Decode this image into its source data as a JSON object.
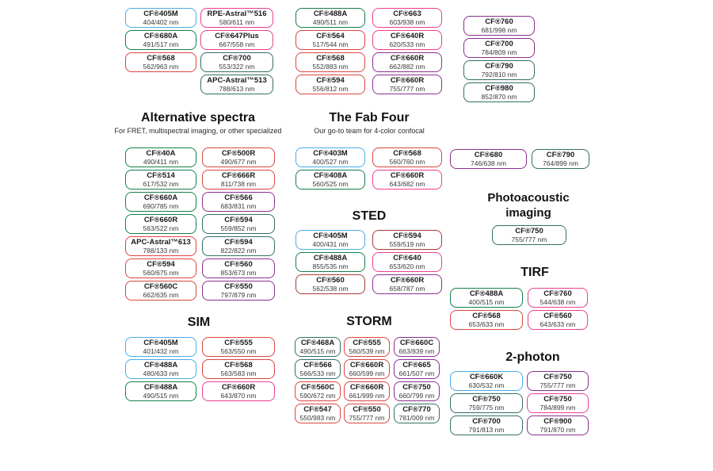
{
  "colors": {
    "blue": "#4AACE8",
    "green": "#13814C",
    "teal": "#336F68",
    "red": "#DB4440",
    "darkred": "#A63B38",
    "pink": "#EC3E8E",
    "purple": "#8A3090"
  },
  "sections": {
    "classics": {
      "columns": [
        {
          "chips": [
            {
              "name": "CF®405M",
              "ex_em": "404/402 nm",
              "color": "blue"
            },
            {
              "name": "CF®680A",
              "ex_em": "491/517 nm",
              "color": "green"
            },
            {
              "name": "CF®568",
              "ex_em": "562/963 nm",
              "color": "red"
            }
          ]
        },
        {
          "chips": [
            {
              "name": "RPE-Astral™516",
              "ex_em": "580/611 nm",
              "color": "pink"
            },
            {
              "name": "CF®647Plus",
              "ex_em": "667/558 nm",
              "color": "pink"
            },
            {
              "name": "CF®700",
              "ex_em": "553/322 nm",
              "color": "teal"
            },
            {
              "name": "APC-Astral™513",
              "ex_em": "788/613 nm",
              "color": "teal"
            }
          ]
        },
        {
          "chips": [
            {
              "name": "CF®488A",
              "ex_em": "490/511 nm",
              "color": "green"
            },
            {
              "name": "CF®564",
              "ex_em": "517/544 nm",
              "color": "red"
            },
            {
              "name": "CF®568",
              "ex_em": "552/883 nm",
              "color": "red"
            },
            {
              "name": "CF®594",
              "ex_em": "556/812 nm",
              "color": "red"
            }
          ]
        },
        {
          "chips": [
            {
              "name": "CF®663",
              "ex_em": "603/938 nm",
              "color": "pink"
            },
            {
              "name": "CF®640R",
              "ex_em": "620/533 nm",
              "color": "pink"
            },
            {
              "name": "CF®660R",
              "ex_em": "662/882 nm",
              "color": "purple"
            },
            {
              "name": "CF®660R",
              "ex_em": "755/777 nm",
              "color": "purple"
            }
          ]
        },
        {
          "chips": [
            {
              "name": "CF®760",
              "ex_em": "681/998 nm",
              "color": "purple"
            },
            {
              "name": "CF®700",
              "ex_em": "784/809 nm",
              "color": "purple"
            },
            {
              "name": "CF®790",
              "ex_em": "792/810 nm",
              "color": "teal"
            },
            {
              "name": "CF®980",
              "ex_em": "852/870 nm",
              "color": "teal"
            }
          ]
        }
      ]
    },
    "alternative_spectra": {
      "title": "Alternative spectra",
      "subtitle": "For FRET, multispectral imaging, or other specialized",
      "columns": [
        {
          "chips": [
            {
              "name": "CF®40A",
              "ex_em": "490/411 nm",
              "color": "green"
            },
            {
              "name": "CF®514",
              "ex_em": "617/532 nm",
              "color": "green"
            },
            {
              "name": "CF®660A",
              "ex_em": "690/785 nm",
              "color": "green"
            },
            {
              "name": "CF®660R",
              "ex_em": "563/522 nm",
              "color": "green"
            },
            {
              "name": "APC-Astral™613",
              "ex_em": "788/133 nm",
              "color": "red"
            },
            {
              "name": "CF®594",
              "ex_em": "560/675 nm",
              "color": "red"
            },
            {
              "name": "CF®560C",
              "ex_em": "662/635 nm",
              "color": "red"
            }
          ]
        },
        {
          "chips": [
            {
              "name": "CF®500R",
              "ex_em": "490/677 nm",
              "color": "red"
            },
            {
              "name": "CF®666R",
              "ex_em": "811/738 nm",
              "color": "red"
            },
            {
              "name": "CF®566",
              "ex_em": "683/831 nm",
              "color": "purple"
            },
            {
              "name": "CF®594",
              "ex_em": "559/852 nm",
              "color": "teal"
            },
            {
              "name": "CF®594",
              "ex_em": "822/822 nm",
              "color": "teal"
            },
            {
              "name": "CF®560",
              "ex_em": "853/673 nm",
              "color": "purple"
            },
            {
              "name": "CF®550",
              "ex_em": "797/879 nm",
              "color": "purple"
            }
          ]
        }
      ]
    },
    "fab_four": {
      "title": "The Fab Four",
      "subtitle": "Our go-to team for 4-color confocal",
      "columns": [
        {
          "chips": [
            {
              "name": "CF®403M",
              "ex_em": "400/527 nm",
              "color": "blue"
            },
            {
              "name": "CF®408A",
              "ex_em": "560/525 nm",
              "color": "green"
            }
          ]
        },
        {
          "chips": [
            {
              "name": "CF®568",
              "ex_em": "560/760 nm",
              "color": "red"
            },
            {
              "name": "CF®660R",
              "ex_em": "643/682 nm",
              "color": "pink"
            }
          ]
        }
      ]
    },
    "sted": {
      "title": "STED",
      "columns": [
        {
          "chips": [
            {
              "name": "CF®405M",
              "ex_em": "400/431 nm",
              "color": "blue"
            },
            {
              "name": "CF®488A",
              "ex_em": "855/535 nm",
              "color": "green"
            },
            {
              "name": "CF®560",
              "ex_em": "562/538 nm",
              "color": "darkred"
            }
          ]
        },
        {
          "chips": [
            {
              "name": "CF®594",
              "ex_em": "559/519 nm",
              "color": "darkred"
            },
            {
              "name": "CF®640",
              "ex_em": "653/620 nm",
              "color": "pink"
            },
            {
              "name": "CF®660R",
              "ex_em": "658/787 nm",
              "color": "purple"
            }
          ]
        }
      ]
    },
    "sim": {
      "title": "SIM",
      "columns": [
        {
          "chips": [
            {
              "name": "CF®405M",
              "ex_em": "401/432 nm",
              "color": "blue"
            },
            {
              "name": "CF®488A",
              "ex_em": "480/633 nm",
              "color": "blue"
            },
            {
              "name": "CF®488A",
              "ex_em": "490/515 nm",
              "color": "green"
            }
          ]
        },
        {
          "chips": [
            {
              "name": "CF®555",
              "ex_em": "563/550 nm",
              "color": "red"
            },
            {
              "name": "CF®568",
              "ex_em": "563/583 nm",
              "color": "red"
            },
            {
              "name": "CF®660R",
              "ex_em": "643/870 nm",
              "color": "pink"
            }
          ]
        }
      ]
    },
    "storm": {
      "title": "STORM",
      "columns": [
        {
          "chips": [
            {
              "name": "CF®468A",
              "ex_em": "490/515 nm",
              "color": "teal"
            },
            {
              "name": "CF®566",
              "ex_em": "566/533 nm",
              "color": "teal"
            },
            {
              "name": "CF®560C",
              "ex_em": "590/672 nm",
              "color": "red"
            },
            {
              "name": "CF®547",
              "ex_em": "550/983 nm",
              "color": "red"
            }
          ]
        },
        {
          "chips": [
            {
              "name": "CF®555",
              "ex_em": "560/539 nm",
              "color": "red"
            },
            {
              "name": "CF®660R",
              "ex_em": "660/599 nm",
              "color": "red"
            },
            {
              "name": "CF®660R",
              "ex_em": "661/999 nm",
              "color": "red"
            },
            {
              "name": "CF®550",
              "ex_em": "755/777 nm",
              "color": "red"
            }
          ]
        },
        {
          "chips": [
            {
              "name": "CF®660C",
              "ex_em": "663/839 nm",
              "color": "purple"
            },
            {
              "name": "CF®665",
              "ex_em": "661/507 nm",
              "color": "purple"
            },
            {
              "name": "CF®750",
              "ex_em": "660/799 nm",
              "color": "purple"
            },
            {
              "name": "CF®770",
              "ex_em": "781/009 nm",
              "color": "teal"
            }
          ]
        }
      ]
    },
    "nir_pair": {
      "columns": [
        {
          "chips": [
            {
              "name": "CF®680",
              "ex_em": "746/638 nm",
              "color": "purple"
            }
          ]
        },
        {
          "chips": [
            {
              "name": "CF®790",
              "ex_em": "764/899 nm",
              "color": "teal"
            }
          ]
        }
      ]
    },
    "photoacoustic": {
      "title": "Photoacoustic imaging",
      "columns": [
        {
          "chips": [
            {
              "name": "CF®750",
              "ex_em": "755/777 nm",
              "color": "teal"
            }
          ]
        }
      ]
    },
    "tirf": {
      "title": "TIRF",
      "columns": [
        {
          "chips": [
            {
              "name": "CF®488A",
              "ex_em": "400/515 nm",
              "color": "green"
            },
            {
              "name": "CF®568",
              "ex_em": "653/633 nm",
              "color": "red"
            }
          ]
        },
        {
          "chips": [
            {
              "name": "CF®760",
              "ex_em": "544/638 nm",
              "color": "pink"
            },
            {
              "name": "CF®560",
              "ex_em": "643/633 nm",
              "color": "pink"
            }
          ]
        }
      ]
    },
    "two_photon": {
      "title": "2-photon",
      "columns": [
        {
          "chips": [
            {
              "name": "CF®660K",
              "ex_em": "630/532 nm",
              "color": "blue"
            },
            {
              "name": "CF®750",
              "ex_em": "759/775 nm",
              "color": "teal"
            },
            {
              "name": "CF®700",
              "ex_em": "791/813 nm",
              "color": "teal"
            }
          ]
        },
        {
          "chips": [
            {
              "name": "CF®750",
              "ex_em": "755/777 nm",
              "color": "purple"
            },
            {
              "name": "CF®750",
              "ex_em": "784/899 nm",
              "color": "pink"
            },
            {
              "name": "CF®900",
              "ex_em": "791/870 nm",
              "color": "purple"
            }
          ]
        }
      ]
    }
  }
}
